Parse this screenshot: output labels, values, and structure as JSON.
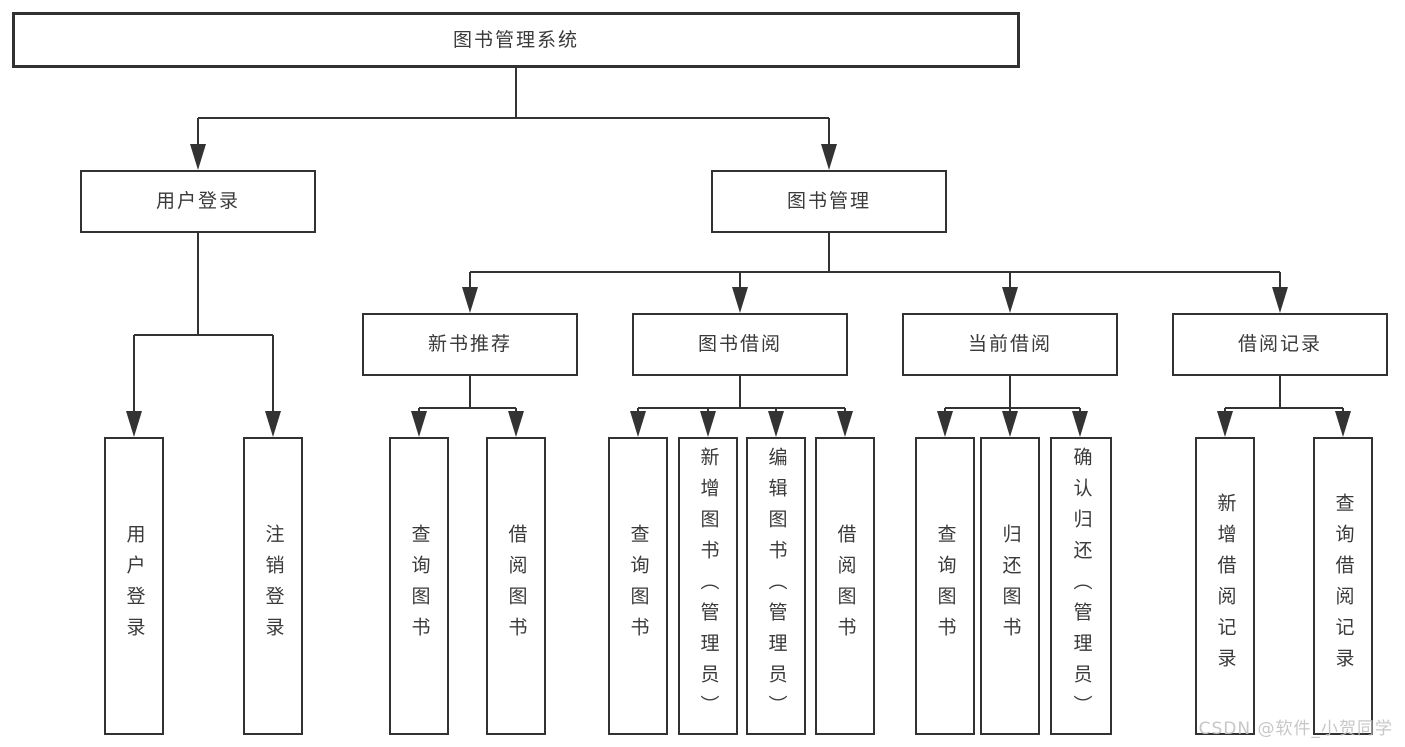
{
  "diagram": {
    "root": {
      "label": "图书管理系统"
    },
    "level2": [
      {
        "label": "用户登录"
      },
      {
        "label": "图书管理"
      }
    ],
    "level3": [
      {
        "label": "新书推荐"
      },
      {
        "label": "图书借阅"
      },
      {
        "label": "当前借阅"
      },
      {
        "label": "借阅记录"
      }
    ],
    "leaves": [
      {
        "label": "用户登录"
      },
      {
        "label": "注销登录"
      },
      {
        "label": "查询图书"
      },
      {
        "label": "借阅图书"
      },
      {
        "label": "查询图书"
      },
      {
        "label": "新增图书（管理员）"
      },
      {
        "label": "编辑图书（管理员）"
      },
      {
        "label": "借阅图书"
      },
      {
        "label": "查询图书"
      },
      {
        "label": "归还图书"
      },
      {
        "label": "确认归还（管理员）"
      },
      {
        "label": "新增借阅记录"
      },
      {
        "label": "查询借阅记录"
      }
    ]
  },
  "watermark": "CSDN @软件_小贺同学",
  "colors": {
    "line": "#333333",
    "border": "#323232",
    "text": "#3a3a3a",
    "watermark": "#c2c2c2",
    "background": "#ffffff"
  }
}
